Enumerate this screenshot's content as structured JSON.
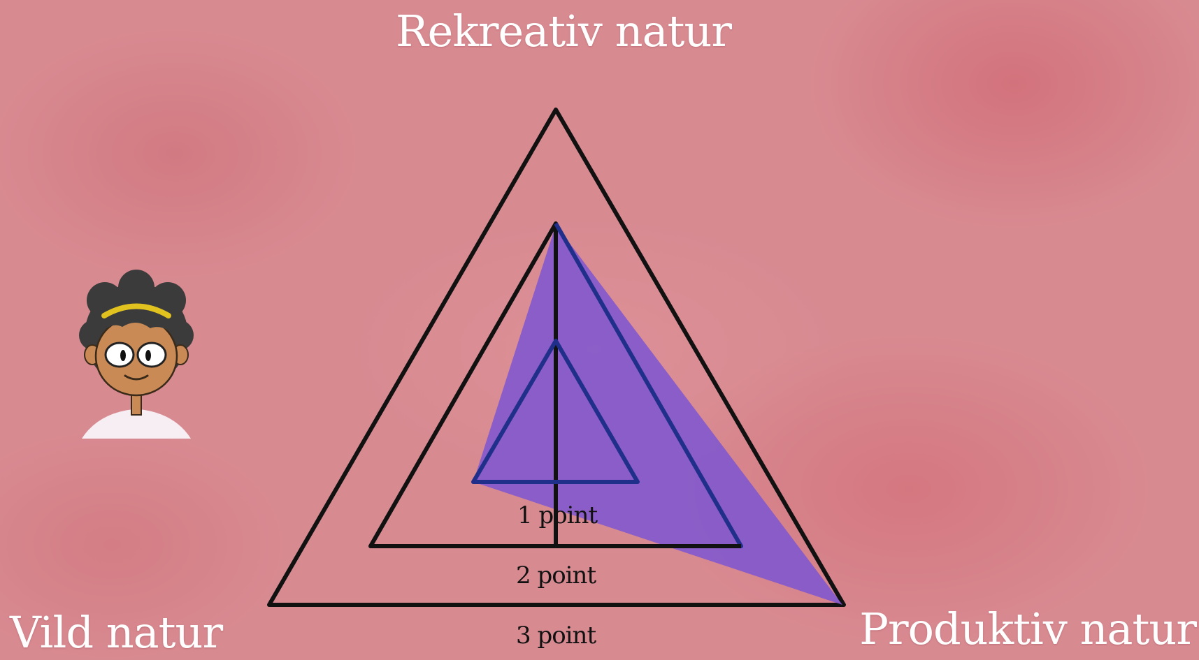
{
  "labels": {
    "top": "Rekreativ natur",
    "left": "Vild natur",
    "right": "Produktiv natur"
  },
  "levels": [
    "1 point",
    "2 point",
    "3 point"
  ],
  "colors": {
    "background": "#d88a91",
    "outline": "#111111",
    "fill": "#7f57cf",
    "inner_outline": "#1f2f8a",
    "text": "#ffffff"
  },
  "character": {
    "icon": "girl-avatar-icon"
  }
}
